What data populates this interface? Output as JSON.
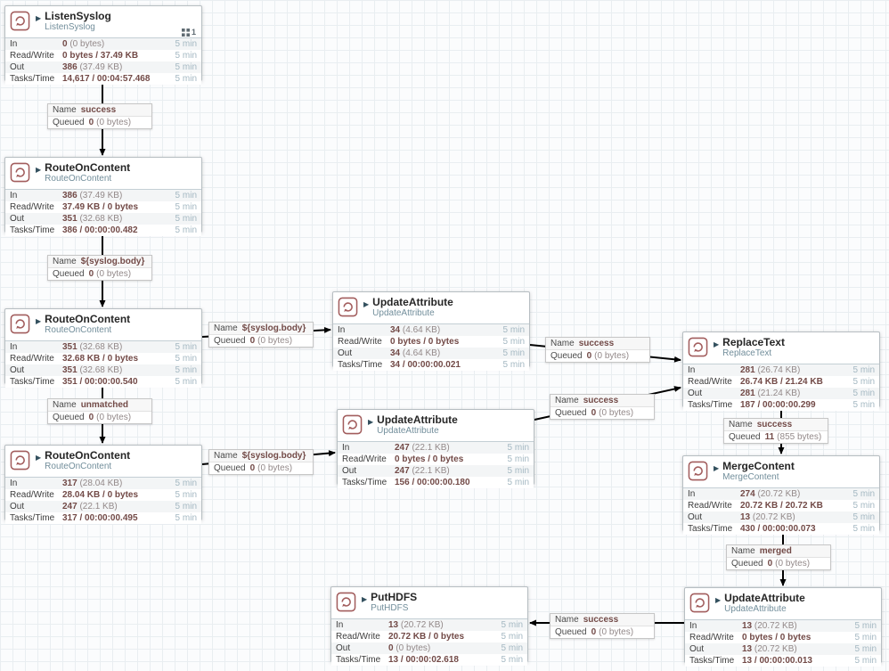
{
  "app": {
    "title": "NiFi flow canvas"
  },
  "ui": {
    "name_key": "Name",
    "queued_key": "Queued"
  },
  "processors": [
    {
      "title": "ListenSyslog",
      "type": "ListenSyslog",
      "badge": "1",
      "rows": [
        {
          "label": "In",
          "value": "0",
          "extra": "(0 bytes)",
          "window": "5 min"
        },
        {
          "label": "Read/Write",
          "value": "0 bytes / 37.49 KB",
          "extra": "",
          "window": "5 min"
        },
        {
          "label": "Out",
          "value": "386",
          "extra": "(37.49 KB)",
          "window": "5 min"
        },
        {
          "label": "Tasks/Time",
          "value": "14,617 / 00:04:57.468",
          "extra": "",
          "window": "5 min"
        }
      ]
    },
    {
      "title": "RouteOnContent",
      "type": "RouteOnContent",
      "badge": "",
      "rows": [
        {
          "label": "In",
          "value": "386",
          "extra": "(37.49 KB)",
          "window": "5 min"
        },
        {
          "label": "Read/Write",
          "value": "37.49 KB / 0 bytes",
          "extra": "",
          "window": "5 min"
        },
        {
          "label": "Out",
          "value": "351",
          "extra": "(32.68 KB)",
          "window": "5 min"
        },
        {
          "label": "Tasks/Time",
          "value": "386 / 00:00:00.482",
          "extra": "",
          "window": "5 min"
        }
      ]
    },
    {
      "title": "RouteOnContent",
      "type": "RouteOnContent",
      "badge": "",
      "rows": [
        {
          "label": "In",
          "value": "351",
          "extra": "(32.68 KB)",
          "window": "5 min"
        },
        {
          "label": "Read/Write",
          "value": "32.68 KB / 0 bytes",
          "extra": "",
          "window": "5 min"
        },
        {
          "label": "Out",
          "value": "351",
          "extra": "(32.68 KB)",
          "window": "5 min"
        },
        {
          "label": "Tasks/Time",
          "value": "351 / 00:00:00.540",
          "extra": "",
          "window": "5 min"
        }
      ]
    },
    {
      "title": "RouteOnContent",
      "type": "RouteOnContent",
      "badge": "",
      "rows": [
        {
          "label": "In",
          "value": "317",
          "extra": "(28.04 KB)",
          "window": "5 min"
        },
        {
          "label": "Read/Write",
          "value": "28.04 KB / 0 bytes",
          "extra": "",
          "window": "5 min"
        },
        {
          "label": "Out",
          "value": "247",
          "extra": "(22.1 KB)",
          "window": "5 min"
        },
        {
          "label": "Tasks/Time",
          "value": "317 / 00:00:00.495",
          "extra": "",
          "window": "5 min"
        }
      ]
    },
    {
      "title": "UpdateAttribute",
      "type": "UpdateAttribute",
      "badge": "",
      "rows": [
        {
          "label": "In",
          "value": "34",
          "extra": "(4.64 KB)",
          "window": "5 min"
        },
        {
          "label": "Read/Write",
          "value": "0 bytes / 0 bytes",
          "extra": "",
          "window": "5 min"
        },
        {
          "label": "Out",
          "value": "34",
          "extra": "(4.64 KB)",
          "window": "5 min"
        },
        {
          "label": "Tasks/Time",
          "value": "34 / 00:00:00.021",
          "extra": "",
          "window": "5 min"
        }
      ]
    },
    {
      "title": "UpdateAttribute",
      "type": "UpdateAttribute",
      "badge": "",
      "rows": [
        {
          "label": "In",
          "value": "247",
          "extra": "(22.1 KB)",
          "window": "5 min"
        },
        {
          "label": "Read/Write",
          "value": "0 bytes / 0 bytes",
          "extra": "",
          "window": "5 min"
        },
        {
          "label": "Out",
          "value": "247",
          "extra": "(22.1 KB)",
          "window": "5 min"
        },
        {
          "label": "Tasks/Time",
          "value": "156 / 00:00:00.180",
          "extra": "",
          "window": "5 min"
        }
      ]
    },
    {
      "title": "ReplaceText",
      "type": "ReplaceText",
      "badge": "",
      "rows": [
        {
          "label": "In",
          "value": "281",
          "extra": "(26.74 KB)",
          "window": "5 min"
        },
        {
          "label": "Read/Write",
          "value": "26.74 KB / 21.24 KB",
          "extra": "",
          "window": "5 min"
        },
        {
          "label": "Out",
          "value": "281",
          "extra": "(21.24 KB)",
          "window": "5 min"
        },
        {
          "label": "Tasks/Time",
          "value": "187 / 00:00:00.299",
          "extra": "",
          "window": "5 min"
        }
      ]
    },
    {
      "title": "MergeContent",
      "type": "MergeContent",
      "badge": "",
      "rows": [
        {
          "label": "In",
          "value": "274",
          "extra": "(20.72 KB)",
          "window": "5 min"
        },
        {
          "label": "Read/Write",
          "value": "20.72 KB / 20.72 KB",
          "extra": "",
          "window": "5 min"
        },
        {
          "label": "Out",
          "value": "13",
          "extra": "(20.72 KB)",
          "window": "5 min"
        },
        {
          "label": "Tasks/Time",
          "value": "430 / 00:00:00.073",
          "extra": "",
          "window": "5 min"
        }
      ]
    },
    {
      "title": "UpdateAttribute",
      "type": "UpdateAttribute",
      "badge": "",
      "rows": [
        {
          "label": "In",
          "value": "13",
          "extra": "(20.72 KB)",
          "window": "5 min"
        },
        {
          "label": "Read/Write",
          "value": "0 bytes / 0 bytes",
          "extra": "",
          "window": "5 min"
        },
        {
          "label": "Out",
          "value": "13",
          "extra": "(20.72 KB)",
          "window": "5 min"
        },
        {
          "label": "Tasks/Time",
          "value": "13 / 00:00:00.013",
          "extra": "",
          "window": "5 min"
        }
      ]
    },
    {
      "title": "PutHDFS",
      "type": "PutHDFS",
      "badge": "",
      "rows": [
        {
          "label": "In",
          "value": "13",
          "extra": "(20.72 KB)",
          "window": "5 min"
        },
        {
          "label": "Read/Write",
          "value": "20.72 KB / 0 bytes",
          "extra": "",
          "window": "5 min"
        },
        {
          "label": "Out",
          "value": "0",
          "extra": "(0 bytes)",
          "window": "5 min"
        },
        {
          "label": "Tasks/Time",
          "value": "13 / 00:00:02.618",
          "extra": "",
          "window": "5 min"
        }
      ]
    }
  ],
  "connections": [
    {
      "name": "success",
      "queued_count": "0",
      "queued_size": "(0 bytes)"
    },
    {
      "name": "${syslog.body}",
      "queued_count": "0",
      "queued_size": "(0 bytes)"
    },
    {
      "name": "unmatched",
      "queued_count": "0",
      "queued_size": "(0 bytes)"
    },
    {
      "name": "${syslog.body}",
      "queued_count": "0",
      "queued_size": "(0 bytes)"
    },
    {
      "name": "${syslog.body}",
      "queued_count": "0",
      "queued_size": "(0 bytes)"
    },
    {
      "name": "success",
      "queued_count": "0",
      "queued_size": "(0 bytes)"
    },
    {
      "name": "success",
      "queued_count": "0",
      "queued_size": "(0 bytes)"
    },
    {
      "name": "success",
      "queued_count": "11",
      "queued_size": "(855 bytes)"
    },
    {
      "name": "merged",
      "queued_count": "0",
      "queued_size": "(0 bytes)"
    },
    {
      "name": "success",
      "queued_count": "0",
      "queued_size": "(0 bytes)"
    }
  ]
}
